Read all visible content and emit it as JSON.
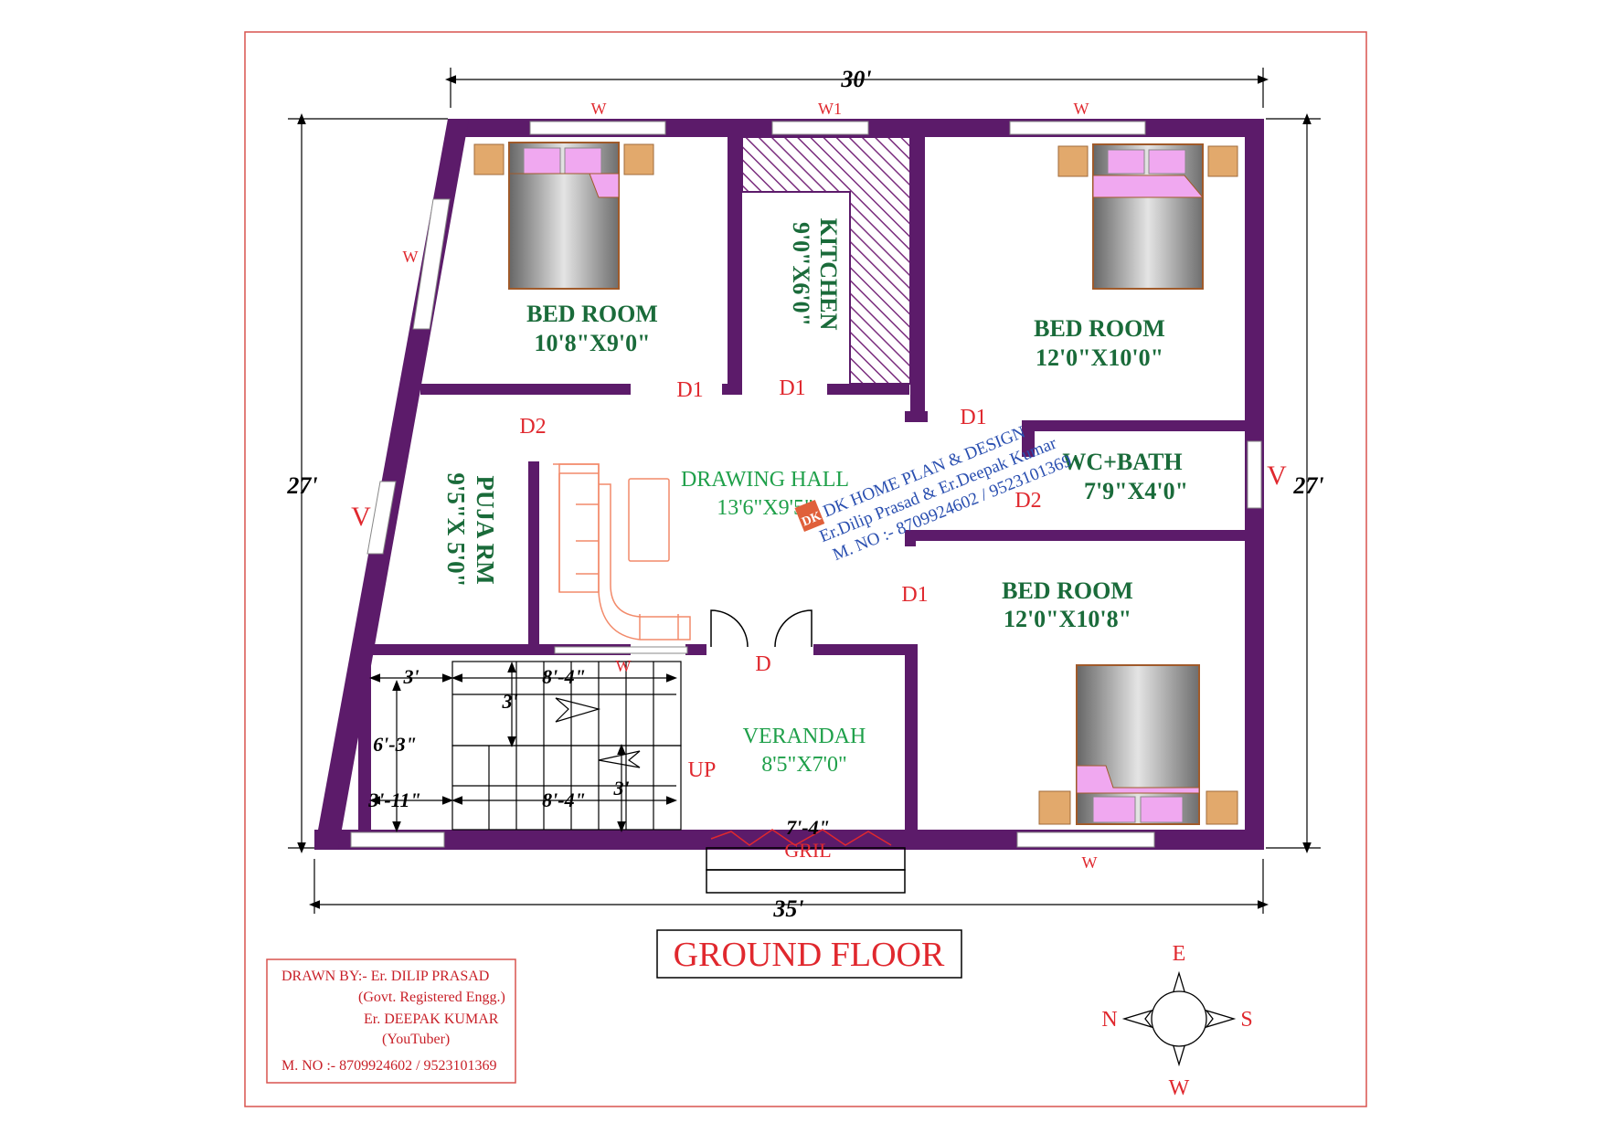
{
  "dimensions": {
    "top": "30'",
    "bottom": "35'",
    "left": "27'",
    "right": "27'"
  },
  "rooms": {
    "bed1": {
      "name": "BED ROOM",
      "size": "10'8\"X9'0\""
    },
    "kitchen": {
      "name": "KITCHEN",
      "size": "9'0\"X6'0\""
    },
    "bed2": {
      "name": "BED ROOM",
      "size": "12'0\"X10'0\""
    },
    "wc": {
      "name": "WC+BATH",
      "size": "7'9\"X4'0\""
    },
    "puja": {
      "name": "PUJA RM",
      "size": "9'5\"X 5'0\""
    },
    "hall": {
      "name": "DRAWING HALL",
      "size": "13'6\"X9'5\""
    },
    "bed3": {
      "name": "BED ROOM",
      "size": "12'0\"X10'8\""
    },
    "verandah": {
      "name": "VERANDAH",
      "size": "8'5\"X7'0\""
    }
  },
  "labels": {
    "w": "W",
    "w1": "W1",
    "v": "V",
    "d": "D",
    "d1": "D1",
    "d2": "D2",
    "up": "UP",
    "gril": "GRIL"
  },
  "stair_dims": {
    "a": "3'",
    "b": "8'-4\"",
    "c": "3'",
    "d": "6'-3\"",
    "e": "3'-11\"",
    "f": "8'-4\"",
    "g": "3'",
    "h": "7'-4\""
  },
  "watermark": {
    "line1": "DK HOME PLAN & DESIGN",
    "line2": "Er.Dilip Prasad & Er.Deepak Kumar",
    "line3": "M. NO :- 8709924602 / 9523101369",
    "logo": "DK"
  },
  "title": "GROUND FLOOR",
  "credits": {
    "line1": "DRAWN BY:-  Er. DILIP PRASAD",
    "line2": "(Govt. Registered Engg.)",
    "line3": "Er. DEEPAK KUMAR",
    "line4": "(YouTuber)",
    "line5": "M. NO :- 8709924602 / 9523101369"
  },
  "compass": {
    "e": "E",
    "w": "W",
    "n": "N",
    "s": "S"
  },
  "colors": {
    "wall": "#5c1b6a",
    "label_red": "#e0282e",
    "room_green": "#1a6b3a",
    "hall_green": "#1fa04a",
    "frame_red": "#d9534f",
    "furniture_wood": "#e2a96c",
    "pillow_pink": "#f0a8f0"
  }
}
